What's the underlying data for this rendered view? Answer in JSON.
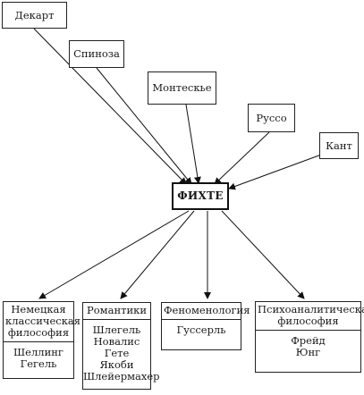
{
  "center": "ФИХТЕ",
  "sources": [
    "Декарт",
    "Спиноза",
    "Монтескье",
    "Руссо",
    "Кант"
  ],
  "targets": [
    {
      "heading": [
        "Немецкая",
        "классическая",
        "философия"
      ],
      "items": [
        "Шеллинг",
        "Гегель"
      ]
    },
    {
      "heading": [
        "Романтики"
      ],
      "items": [
        "Шлегель",
        "Новалис",
        "Гете",
        "Якоби",
        "Шлейермахер"
      ]
    },
    {
      "heading": [
        "Феноменология"
      ],
      "items": [
        "Гуссерль"
      ]
    },
    {
      "heading": [
        "Психоаналитическая",
        "философия"
      ],
      "items": [
        "Фрейд",
        "Юнг"
      ]
    }
  ]
}
